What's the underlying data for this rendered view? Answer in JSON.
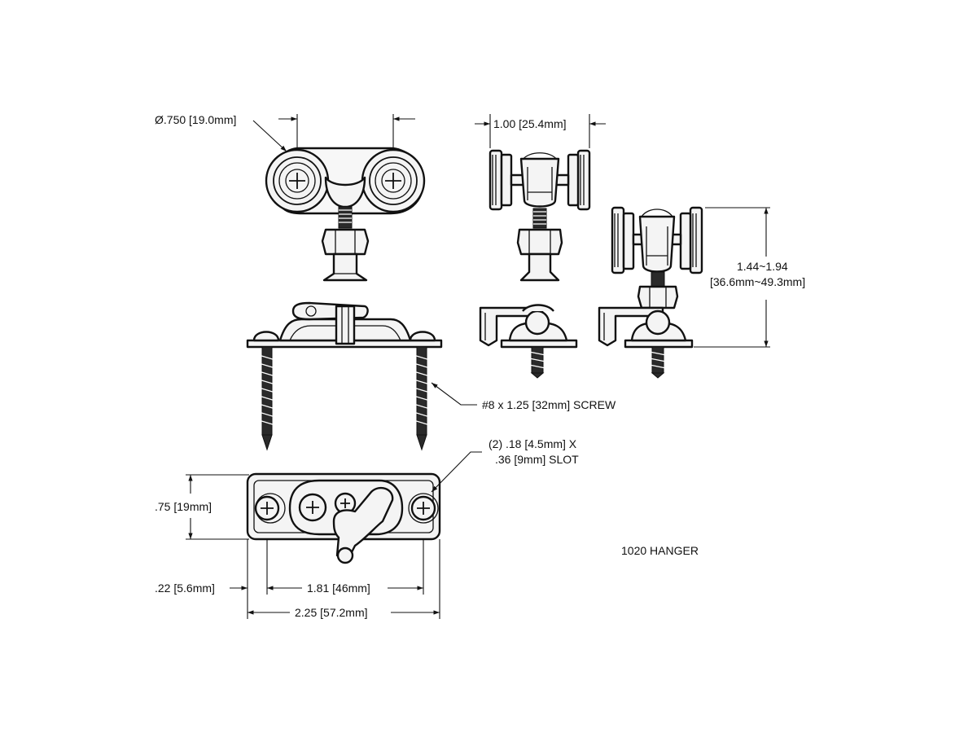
{
  "labels": {
    "wheel_diameter": "Ø.750 [19.0mm]",
    "wheel_width": "1.00 [25.4mm]",
    "height_range_line1": "1.44~1.94",
    "height_range_line2": "[36.6mm~49.3mm]",
    "screw": "#8 x 1.25 [32mm] SCREW",
    "slot_line1": "(2) .18 [4.5mm] X",
    "slot_line2": ".36 [9mm] SLOT",
    "plate_height": ".75 [19mm]",
    "hole_spacing": "1.81 [46mm]",
    "edge_offset": ".22 [5.6mm]",
    "plate_length": "2.25 [57.2mm]",
    "title": "1020 HANGER"
  }
}
